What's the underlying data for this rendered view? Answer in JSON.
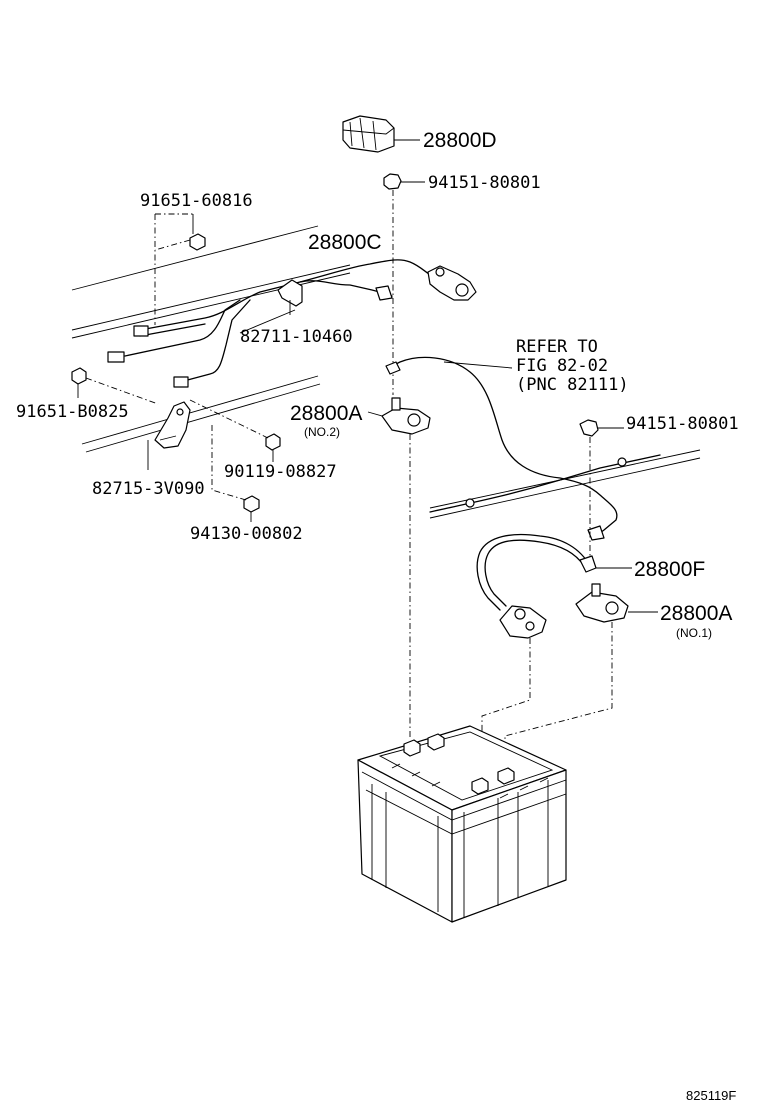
{
  "labels": {
    "p28800D": "28800D",
    "p94151a": "94151-80801",
    "p28800C": "28800C",
    "p91651_60816": "91651-60816",
    "p82711": "82711-10460",
    "ref1": "REFER TO",
    "ref2": "FIG 82-02",
    "ref3": "(PNC 82111)",
    "p91651_B0825": "91651-B0825",
    "p28800A_top": "28800A",
    "no2": "(NO.2)",
    "p94151b": "94151-80801",
    "p90119": "90119-08827",
    "p82715": "82715-3V090",
    "p94130": "94130-00802",
    "p28800F": "28800F",
    "p28800A_bot": "28800A",
    "no1": "(NO.1)",
    "figure_id": "825119F"
  }
}
